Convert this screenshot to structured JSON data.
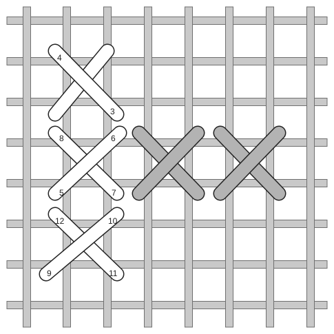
{
  "colors": {
    "background": "#ffffff",
    "thread_outline": "#555555",
    "grid_bar": "#c9c9c9",
    "grid_edge": "#6f6f6f",
    "stitch_fill_white": "#ffffff",
    "stitch_fill_gray": "#b3b3b3",
    "stitch_outline": "#222222"
  },
  "canvas_grid": {
    "vertical_threads": 8,
    "horizontal_threads": 8
  },
  "stitches": [
    {
      "id": "cross-1-leg-a",
      "style": "white"
    },
    {
      "id": "cross-1-leg-b",
      "style": "white"
    },
    {
      "id": "cross-2-leg-a",
      "style": "white"
    },
    {
      "id": "cross-2-leg-b",
      "style": "white"
    },
    {
      "id": "cross-3-leg-a",
      "style": "white"
    },
    {
      "id": "cross-3-leg-b",
      "style": "white"
    },
    {
      "id": "cross-4-leg-a",
      "style": "gray"
    },
    {
      "id": "cross-4-leg-b",
      "style": "gray"
    },
    {
      "id": "cross-5-leg-a",
      "style": "gray"
    },
    {
      "id": "cross-5-leg-b",
      "style": "gray"
    }
  ],
  "labels": {
    "n3": "3",
    "n4": "4",
    "n5": "5",
    "n6": "6",
    "n7": "7",
    "n8": "8",
    "n9": "9",
    "n10": "10",
    "n11": "11",
    "n12": "12"
  }
}
